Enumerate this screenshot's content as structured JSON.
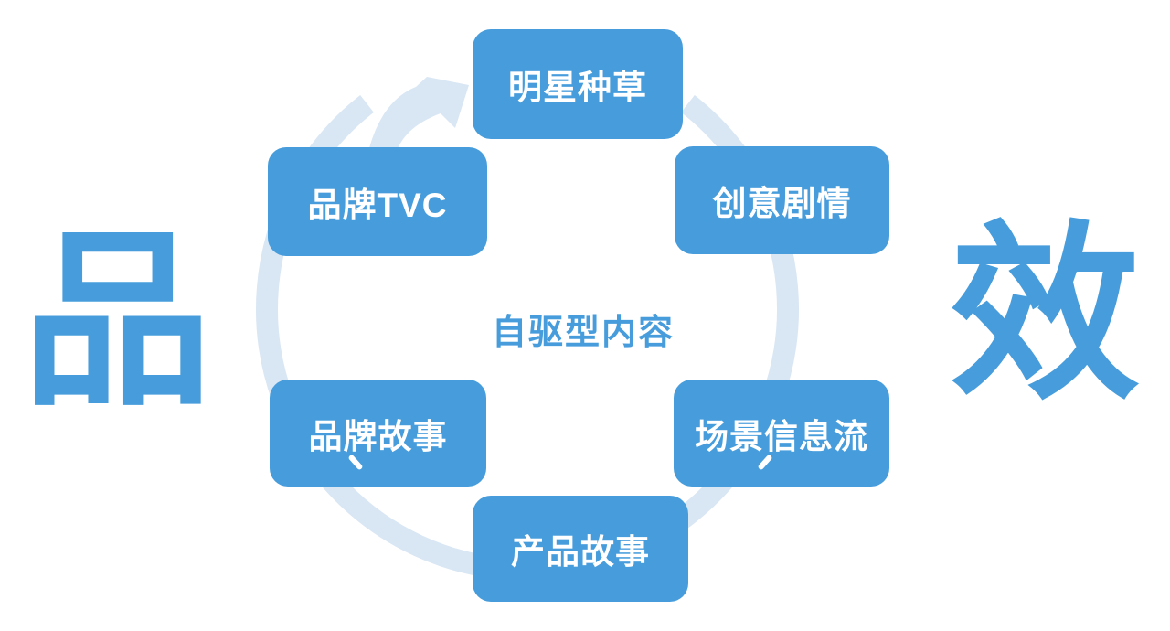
{
  "diagram": {
    "big_left_char": "品",
    "big_right_char": "效",
    "center_label": "自驱型内容",
    "cycle_icon": "circular-arrow-clockwise",
    "nodes": [
      {
        "id": "celebrity-seeding",
        "label": "明星种草",
        "position": "top"
      },
      {
        "id": "creative-drama",
        "label": "创意剧情",
        "position": "top-right"
      },
      {
        "id": "scene-infofeed",
        "label": "场景信息流",
        "position": "bottom-right"
      },
      {
        "id": "product-story",
        "label": "产品故事",
        "position": "bottom"
      },
      {
        "id": "brand-story",
        "label": "品牌故事",
        "position": "bottom-left"
      },
      {
        "id": "brand-tvc",
        "label": "品牌TVC",
        "position": "top-left"
      }
    ],
    "stray_marks": [
      {
        "node": "brand-story",
        "shape": "backslash-tick"
      },
      {
        "node": "scene-infofeed",
        "shape": "slash-tick"
      }
    ],
    "colors": {
      "node_fill": "#479DDC",
      "node_text": "#FFFFFF",
      "accent_text": "#479DDC",
      "ring": "#D9E6F4",
      "background": "#FFFFFF"
    }
  }
}
